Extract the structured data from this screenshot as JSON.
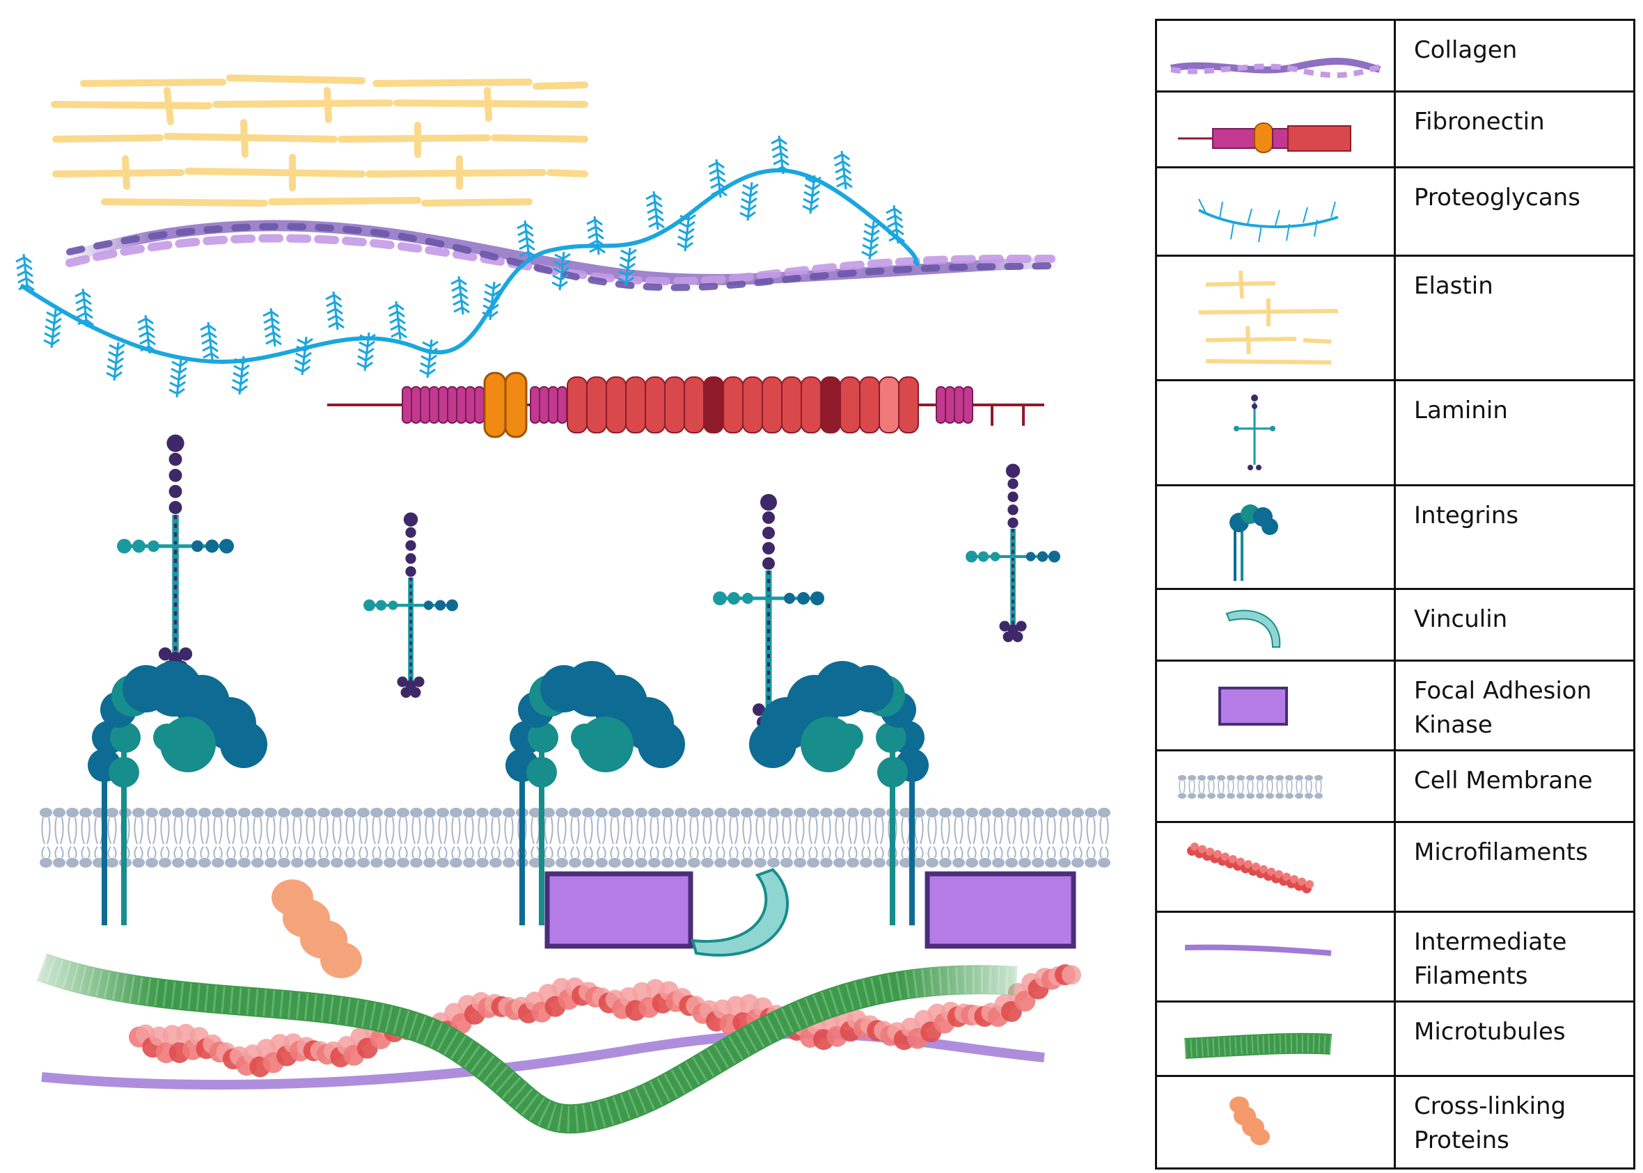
{
  "legend": {
    "items": [
      {
        "label": "Collagen"
      },
      {
        "label": "Fibronectin"
      },
      {
        "label": "Proteoglycans"
      },
      {
        "label": "Elastin"
      },
      {
        "label": "Laminin"
      },
      {
        "label": "Integrins"
      },
      {
        "label": "Vinculin"
      },
      {
        "label": "Focal Adhesion\nKinase"
      },
      {
        "label": "Cell Membrane"
      },
      {
        "label": "Microfilaments"
      },
      {
        "label": "Intermediate\nFilaments"
      },
      {
        "label": "Microtubules"
      },
      {
        "label": "Cross-linking\nProteins"
      }
    ]
  },
  "colors": {
    "collagen": "#8e6fc2",
    "collagen_light": "#c49ae6",
    "fibronectin_pink": "#c2398f",
    "fibronectin_orange": "#f08a12",
    "fibronectin_red": "#d9484a",
    "fibronectin_dark": "#8f1b2a",
    "proteoglycan": "#1aa6df",
    "elastin": "#fbd98b",
    "laminin_dark": "#3f2868",
    "laminin_teal": "#1a9aa0",
    "integrin_blue": "#0e6b93",
    "integrin_teal": "#178d8c",
    "vinculin": "#8fd6d3",
    "fak_purple": "#b47de6",
    "fak_border": "#4b2d7a",
    "membrane": "#a8b4c8",
    "microfilament": "#e04c4c",
    "intermediate": "#a07ad6",
    "microtubule": "#3c9a4a",
    "crosslink": "#f59a6c"
  }
}
